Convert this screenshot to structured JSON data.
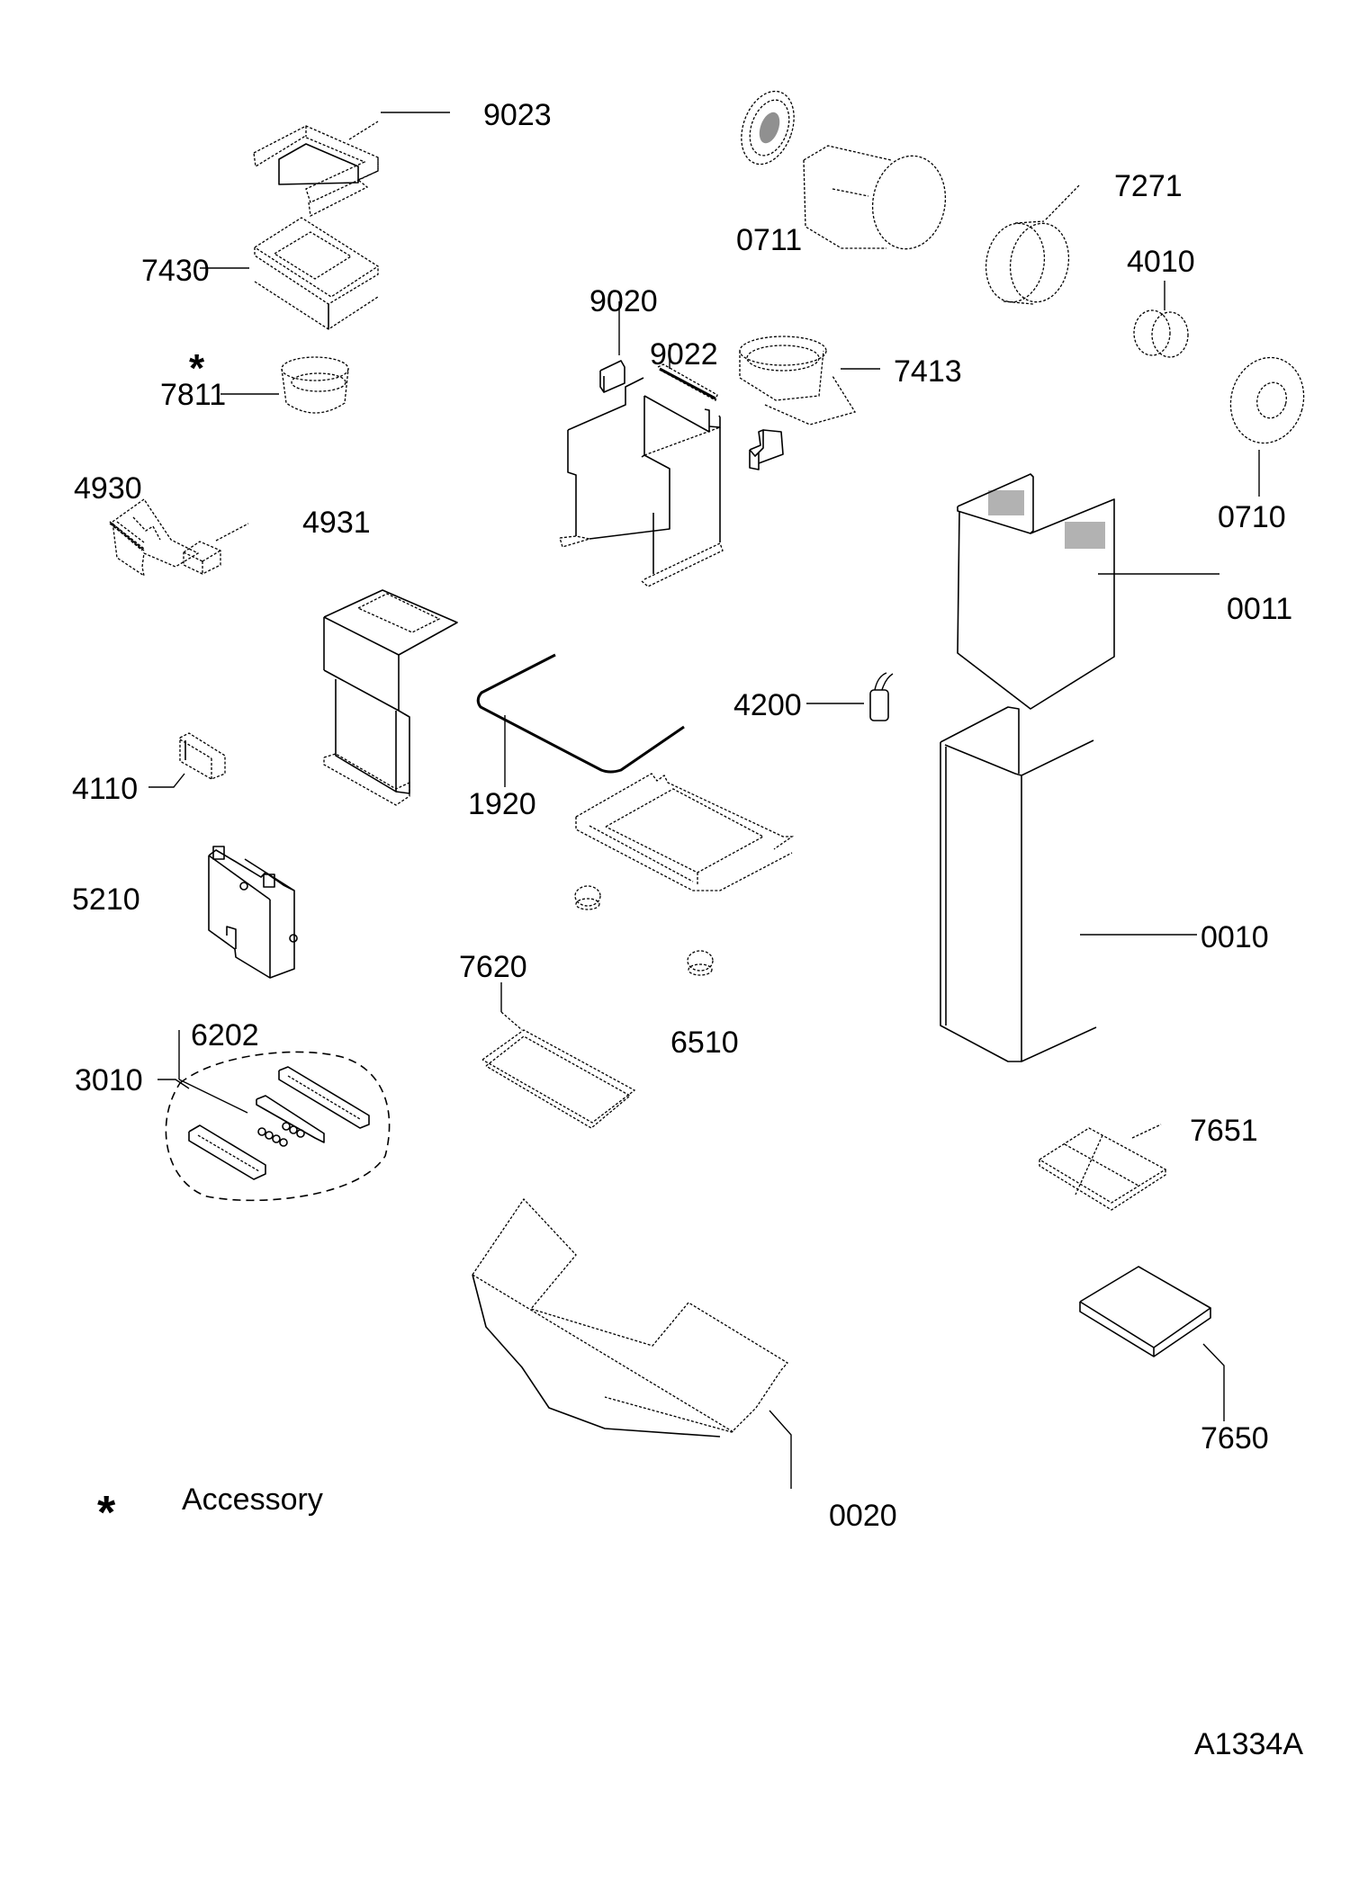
{
  "diagram": {
    "title": "Exploded parts diagram",
    "drawing_id": "A1334A",
    "legend": {
      "symbol": "*",
      "text": "Accessory"
    },
    "parts": [
      {
        "id": "9023",
        "label": "9023",
        "accessory": false
      },
      {
        "id": "7430",
        "label": "7430",
        "accessory": false
      },
      {
        "id": "7811",
        "label": "7811",
        "accessory": true,
        "marker": "*"
      },
      {
        "id": "4930",
        "label": "4930",
        "accessory": false
      },
      {
        "id": "4931",
        "label": "4931",
        "accessory": false
      },
      {
        "id": "4110",
        "label": "4110",
        "accessory": false
      },
      {
        "id": "5210",
        "label": "5210",
        "accessory": false
      },
      {
        "id": "6202",
        "label": "6202",
        "accessory": false
      },
      {
        "id": "3010",
        "label": "3010",
        "accessory": false
      },
      {
        "id": "9020",
        "label": "9020",
        "accessory": false
      },
      {
        "id": "9022",
        "label": "9022",
        "accessory": false
      },
      {
        "id": "1920",
        "label": "1920",
        "accessory": false
      },
      {
        "id": "0711",
        "label": "0711",
        "accessory": false
      },
      {
        "id": "7271",
        "label": "7271",
        "accessory": false
      },
      {
        "id": "4010",
        "label": "4010",
        "accessory": false
      },
      {
        "id": "7413",
        "label": "7413",
        "accessory": false
      },
      {
        "id": "0710",
        "label": "0710",
        "accessory": false
      },
      {
        "id": "0011",
        "label": "0011",
        "accessory": false
      },
      {
        "id": "4200",
        "label": "4200",
        "accessory": false
      },
      {
        "id": "0010",
        "label": "0010",
        "accessory": false
      },
      {
        "id": "7620",
        "label": "7620",
        "accessory": false
      },
      {
        "id": "6510",
        "label": "6510",
        "accessory": false
      },
      {
        "id": "7651",
        "label": "7651",
        "accessory": false
      },
      {
        "id": "7650",
        "label": "7650",
        "accessory": false
      },
      {
        "id": "0020",
        "label": "0020",
        "accessory": false
      }
    ]
  }
}
